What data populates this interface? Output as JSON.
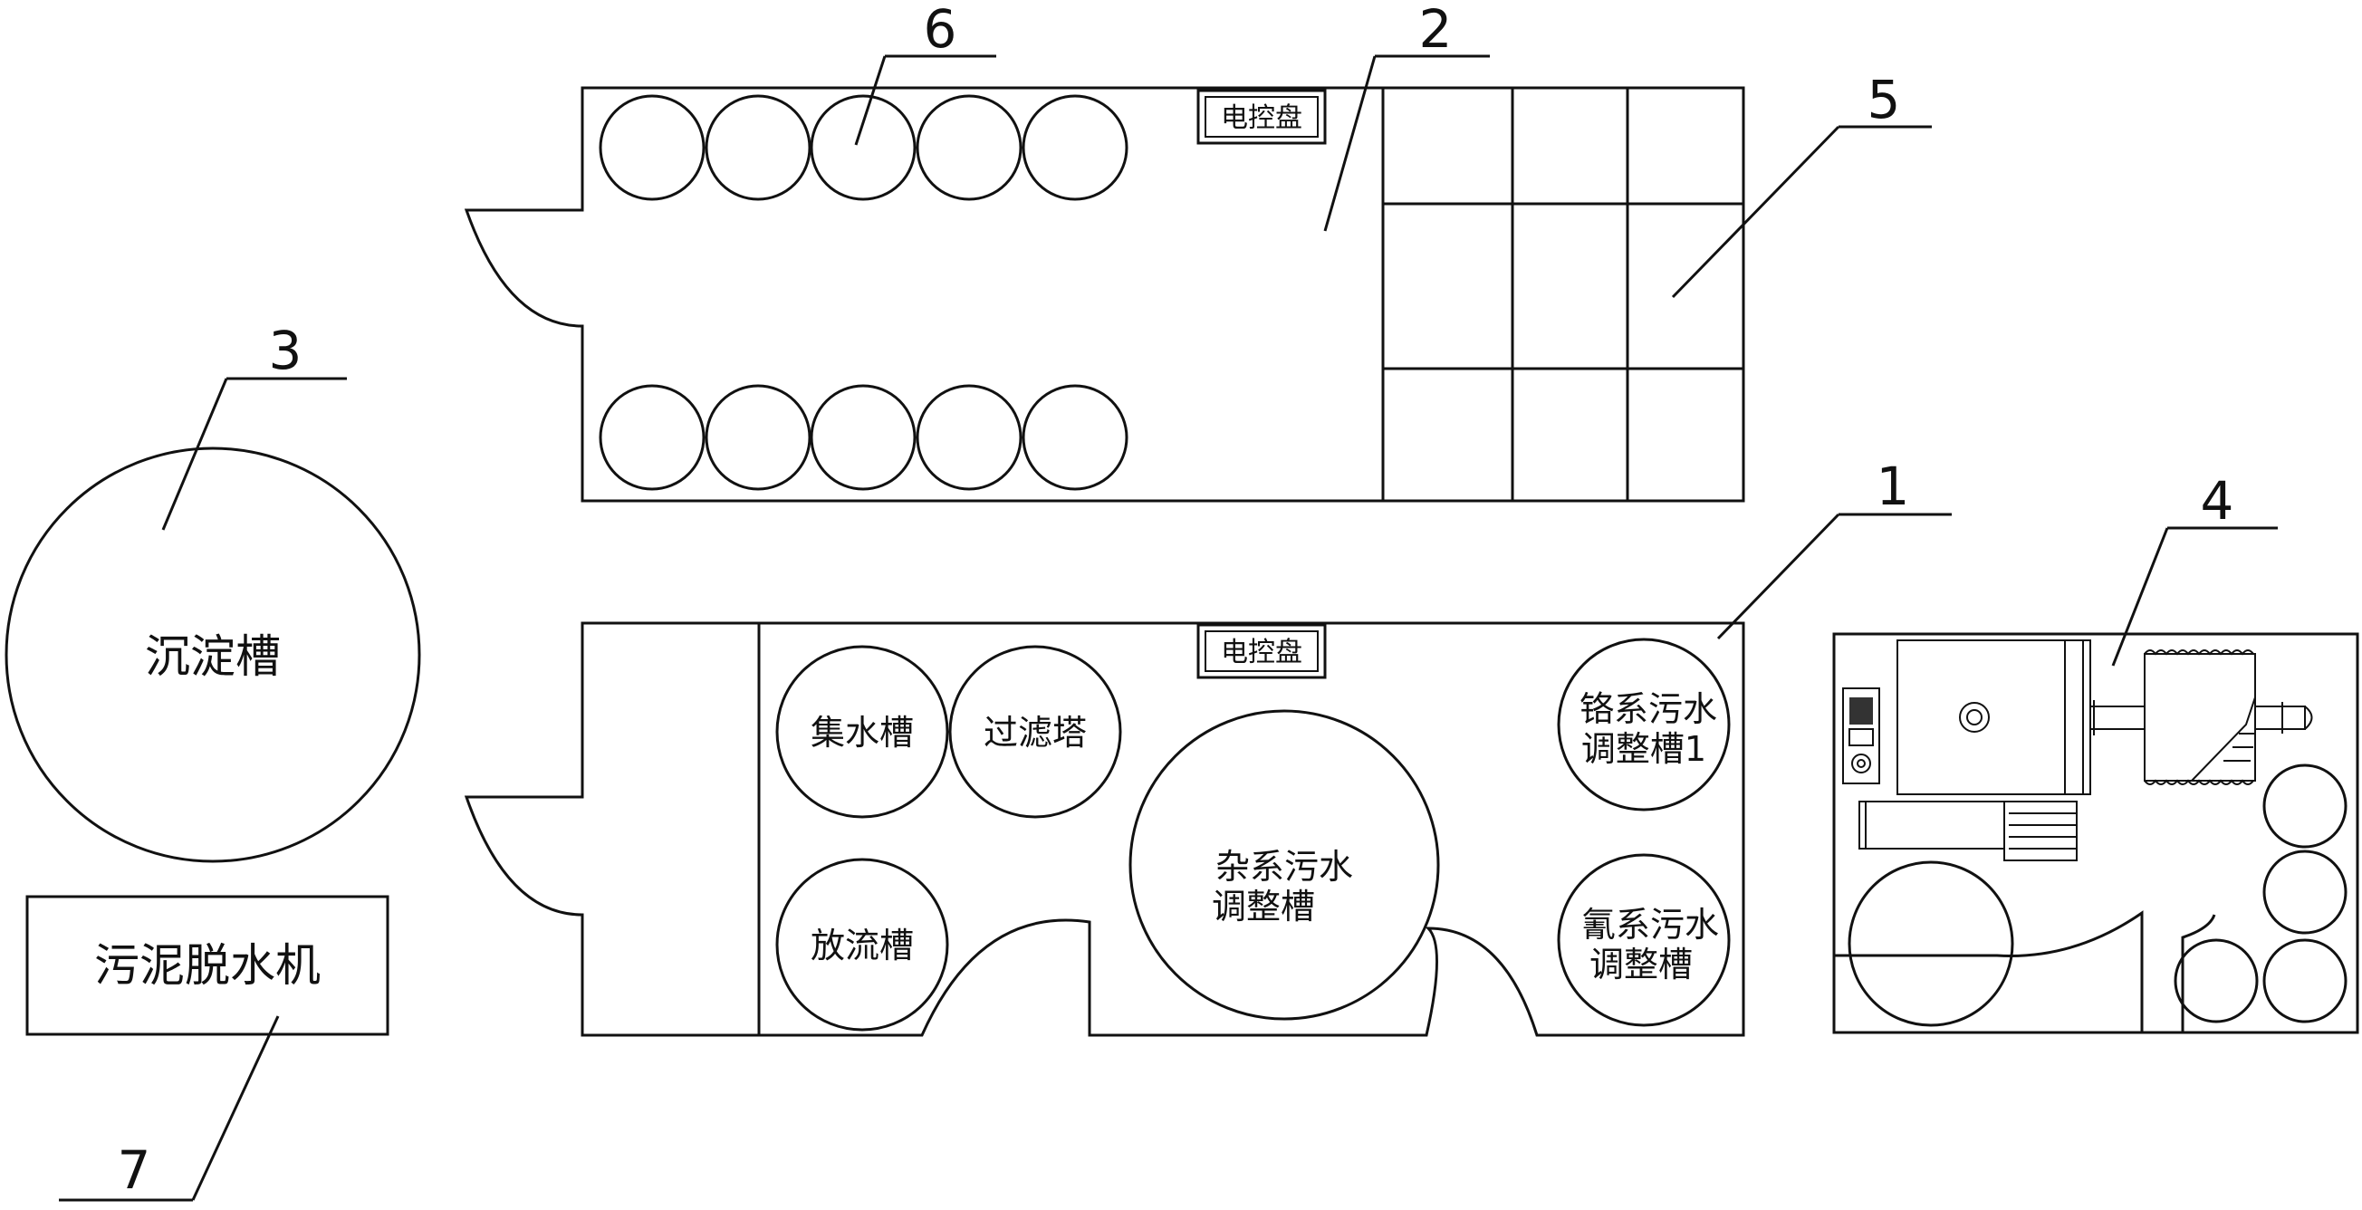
{
  "numbers": {
    "n1": "1",
    "n2": "2",
    "n3": "3",
    "n4": "4",
    "n5": "5",
    "n6": "6",
    "n7": "7"
  },
  "labels": {
    "control_panel": "电控盘",
    "sedimentation_tank": "沉淀槽",
    "sludge_dewatering_machine": "污泥脱水机",
    "collection_tank": "集水槽",
    "filter_tower": "过滤塔",
    "discharge_tank": "放流槽",
    "mixed_wastewater_line1": "杂系污水",
    "mixed_wastewater_line2": "调整槽",
    "chromium_wastewater_line1": "铬系污水",
    "chromium_wastewater_line2": "调整槽1",
    "cyanide_wastewater_line1": "氰系污水",
    "cyanide_wastewater_line2": "调整槽"
  }
}
